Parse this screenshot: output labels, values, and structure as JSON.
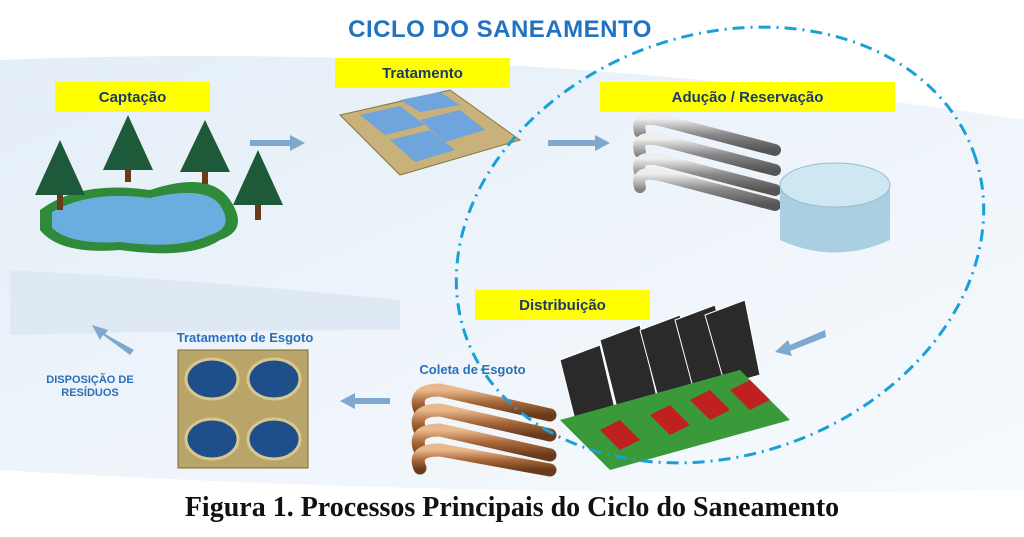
{
  "title": "CICLO DO SANEAMENTO",
  "stages": {
    "captacao": "Captação",
    "tratamento": "Tratamento",
    "aducao": "Adução / Reservação",
    "distribuicao": "Distribuição",
    "coleta": "Coleta de Esgoto",
    "tratamento_esgoto": "Tratamento de Esgoto",
    "disposicao_line1": "DISPOSIÇÃO DE",
    "disposicao_line2": "RESÍDUOS"
  },
  "caption": "Figura 1. Processos Principais do Ciclo do Saneamento",
  "colors": {
    "label_bg": "#ffff00",
    "accent": "#1f73c0",
    "cycle": "#1aa0d8"
  }
}
